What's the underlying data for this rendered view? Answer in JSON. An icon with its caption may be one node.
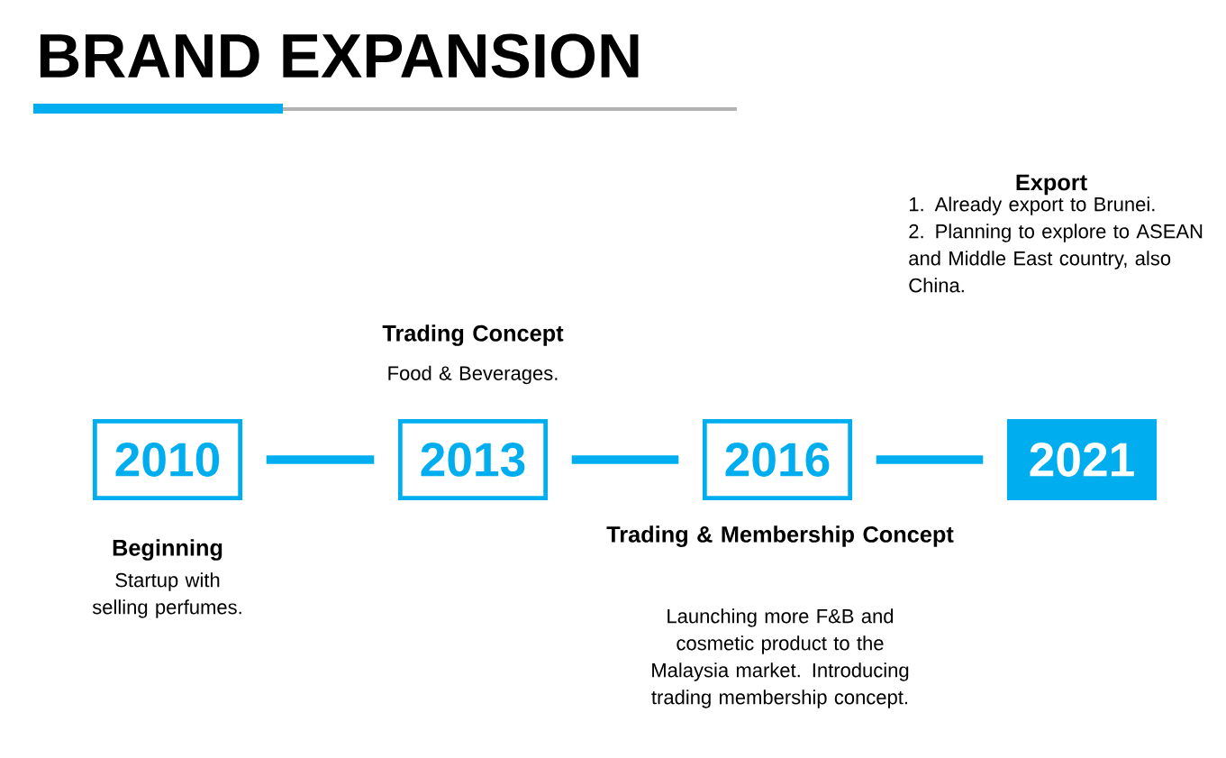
{
  "diagram": {
    "title": "BRAND EXPANSION",
    "nodes": [
      {
        "text": [
          "2010"
        ],
        "beside": [
          "Beginning",
          "Startup with selling perfumes."
        ]
      },
      {
        "text": [
          "2013"
        ],
        "beside": [
          "Trading Concept",
          "Food & Beverages."
        ]
      },
      {
        "text": [
          "2016"
        ],
        "beside": [
          "Trading & Membership Concept",
          "Launching more F&B and cosmetic product to the Malaysia market. Introducing trading membership concept."
        ]
      },
      {
        "text": [
          "2021"
        ],
        "beside": [
          "Export",
          "1. Already export to Brunei.",
          "2. Planning to explore to ASEAN and Middle East country, also China."
        ]
      }
    ],
    "edges": [
      {
        "from": 0,
        "to": 1,
        "arrow": "none"
      },
      {
        "from": 1,
        "to": 2,
        "arrow": "none"
      },
      {
        "from": 2,
        "to": 3,
        "arrow": "none"
      }
    ]
  }
}
